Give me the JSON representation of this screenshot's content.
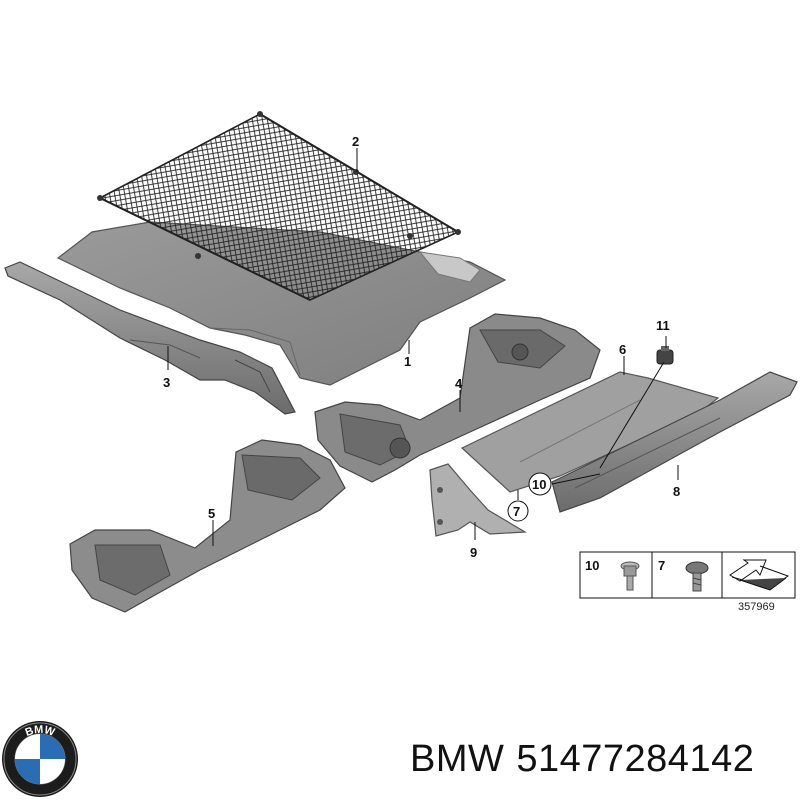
{
  "callouts": {
    "c1": "1",
    "c2": "2",
    "c3": "3",
    "c4": "4",
    "c5": "5",
    "c6": "6",
    "c7": "7",
    "c8": "8",
    "c9": "9",
    "c10": "10",
    "c11": "11"
  },
  "legend": {
    "item_a": "10",
    "item_b": "7",
    "ref_number": "357969"
  },
  "brand": {
    "logo_text": "BMW"
  },
  "caption": {
    "brand": "BMW",
    "part_number": "51477284142"
  },
  "colors": {
    "part_fill": "#8c8c8c",
    "part_dark": "#5e5e5e",
    "part_light": "#b4b4b4",
    "logo_blue": "#2a6db5"
  }
}
